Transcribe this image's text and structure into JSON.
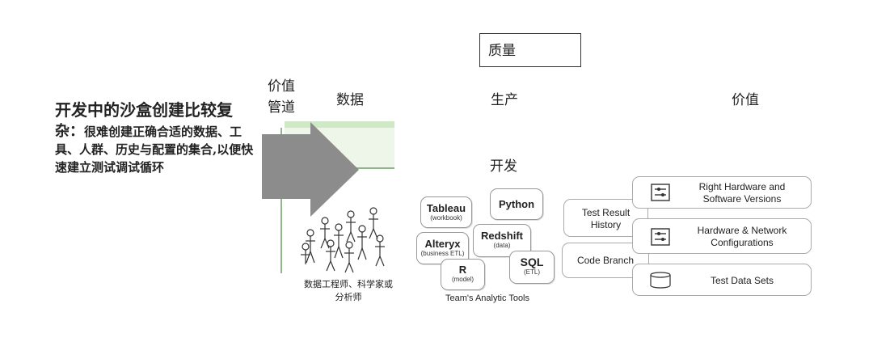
{
  "left": {
    "title": "开发中的沙盒创建比较复",
    "body_lead": "杂：",
    "body": "很难创建正确合适的数据、工具、人群、历史与配置的集合,以便快速建立测试调试循环"
  },
  "quality_box": "质量",
  "pipeline_label": "价值\n管道",
  "columns": {
    "data": "数据",
    "production": "生产",
    "value": "价值",
    "development": "开发"
  },
  "people_caption": "数据工程师、科学家或\n分析师",
  "tools": {
    "tableau": {
      "name": "Tableau",
      "sub": "(workbook)"
    },
    "python": {
      "name": "Python",
      "sub": ""
    },
    "alteryx": {
      "name": "Alteryx",
      "sub": "(business ETL)"
    },
    "redshift": {
      "name": "Redshift",
      "sub": "(data)"
    },
    "r": {
      "name": "R",
      "sub": "(model)"
    },
    "sql": {
      "name": "SQL",
      "sub": "(ETL)"
    },
    "caption": "Team's Analytic Tools"
  },
  "middle": {
    "test_result_history": "Test Result\nHistory",
    "code_branch": "Code Branch"
  },
  "right": {
    "hardware_software": "Right Hardware and\nSoftware Versions",
    "hardware_network": "Hardware & Network\nConfigurations",
    "test_data_sets": "Test Data Sets"
  },
  "colors": {
    "band_green": "#cfe8c5",
    "arrow_gray": "#8c8c8c"
  }
}
